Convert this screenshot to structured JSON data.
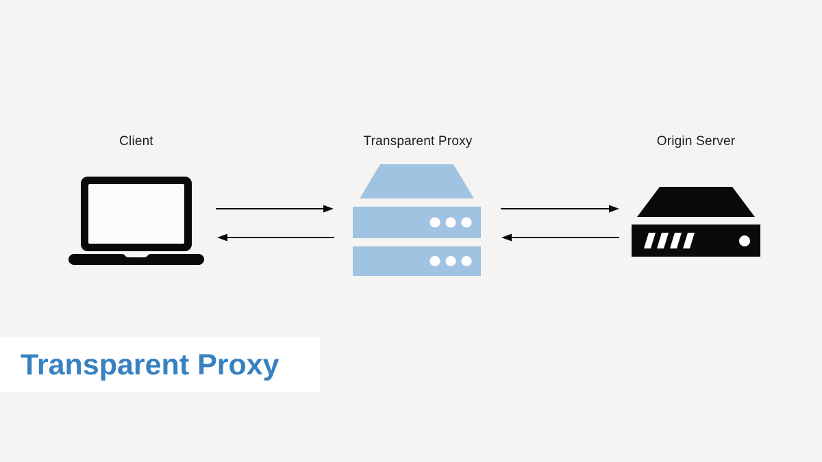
{
  "colors": {
    "background": "#f5f4f2",
    "strip_background": "#ffffff",
    "icon_black": "#0a0a0a",
    "proxy_blue": "#9fc3e0",
    "title_blue": "#3781c1",
    "label_text": "#1d1d1b"
  },
  "diagram": {
    "nodes": [
      {
        "id": "client",
        "label": "Client",
        "icon": "laptop-icon"
      },
      {
        "id": "transparent-proxy",
        "label": "Transparent Proxy",
        "icon": "proxy-server-icon"
      },
      {
        "id": "origin-server",
        "label": "Origin Server",
        "icon": "origin-server-icon"
      }
    ],
    "connections": [
      {
        "from": "client",
        "to": "transparent-proxy",
        "direction": "right"
      },
      {
        "from": "transparent-proxy",
        "to": "client",
        "direction": "left"
      },
      {
        "from": "transparent-proxy",
        "to": "origin-server",
        "direction": "right"
      },
      {
        "from": "origin-server",
        "to": "transparent-proxy",
        "direction": "left"
      }
    ]
  },
  "title": {
    "text": "Transparent Proxy"
  }
}
